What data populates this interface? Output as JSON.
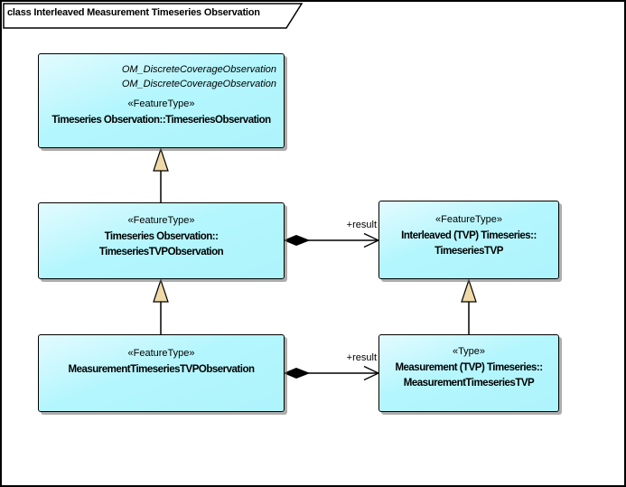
{
  "diagram": {
    "title": "class Interleaved Measurement Timeseries Observation",
    "type_label": "UML class diagram",
    "colors": {
      "box_fill": "#b4f6fd",
      "box_fill_highlight": "#e2fbfe",
      "box_border": "#000000",
      "generalization_arrow_fill": "#f0d9a8",
      "composition_diamond": "#000000",
      "background": "#ffffff"
    }
  },
  "boxes": {
    "timeseries_observation": {
      "inherits1": "OM_DiscreteCoverageObservation",
      "inherits2": "OM_DiscreteCoverageObservation",
      "stereotype": "«FeatureType»",
      "name": "Timeseries Observation::TimeseriesObservation"
    },
    "timeseries_tvp_observation": {
      "stereotype": "«FeatureType»",
      "name_line1": "Timeseries Observation::",
      "name_line2": "TimeseriesTVPObservation"
    },
    "timeseries_tvp": {
      "stereotype": "«FeatureType»",
      "name_line1": "Interleaved (TVP) Timeseries::",
      "name_line2": "TimeseriesTVP"
    },
    "measurement_timeseries_tvp_observation": {
      "stereotype": "«FeatureType»",
      "name": "MeasurementTimeseriesTVPObservation"
    },
    "measurement_timeseries_tvp": {
      "stereotype": "«Type»",
      "name_line1": "Measurement (TVP) Timeseries::",
      "name_line2": "MeasurementTimeseriesTVP"
    }
  },
  "connectors": {
    "result_label_top": "+result",
    "result_label_bottom": "+result"
  }
}
